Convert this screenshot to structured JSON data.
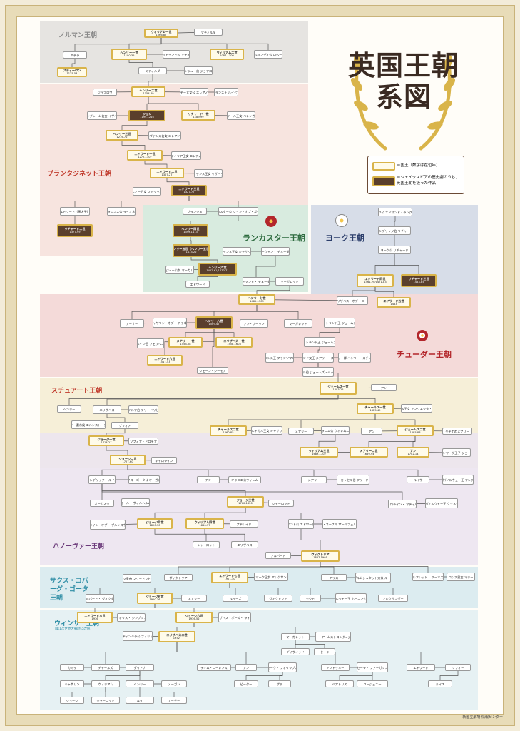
{
  "title_line1": "英国王朝",
  "title_line2": "系図",
  "legend": {
    "king_label": "＝国王（数字は在位年）",
    "shakespeare_label": "＝シェイクスピアの歴史劇のうち、英国王朝を扱った作品"
  },
  "publisher": "新国立劇場 情報センター",
  "colors": {
    "norman": "#e6e4e1",
    "plantagenet": "#f7e4df",
    "lancaster": "#d8ebdf",
    "york": "#d7dde8",
    "tudor": "#f4dad9",
    "stuart": "#f6efd8",
    "hanover": "#ece4ef",
    "saxe": "#dcecf0",
    "windsor": "#e6f1f3",
    "gold": "#d9b44a",
    "brown": "#5a3f2c",
    "red_rose": "#b3262b"
  },
  "dynasties": {
    "norman": {
      "label": "ノルマン王朝",
      "color": "#8a8a8a"
    },
    "plantagenet": {
      "label": "プランタジネット王朝",
      "color": "#c0392b"
    },
    "lancaster": {
      "label": "ランカスター王朝",
      "color": "#2e6b3f"
    },
    "york": {
      "label": "ヨーク王朝",
      "color": "#2c3e6b"
    },
    "tudor": {
      "label": "チューダー王朝",
      "color": "#b3262b"
    },
    "stuart": {
      "label": "スチュアート王朝",
      "color": "#c0392b"
    },
    "hanover": {
      "label": "ハノーヴァー王朝",
      "color": "#6b3a7a"
    },
    "saxe": {
      "label": "サクス・コバーグ・ゴータ王朝",
      "color": "#2f8ea6"
    },
    "windsor": {
      "label": "ウィンザー王朝",
      "color": "#2f8ea6",
      "sub": "（第1次世界大戦時に改称）"
    }
  },
  "nodes": [
    {
      "id": "william1",
      "name": "ウィリアム一世",
      "yr": "1066-87",
      "t": "king"
    },
    {
      "id": "matilda1",
      "name": "マティルダ",
      "t": "p"
    },
    {
      "id": "adela",
      "name": "アデラ",
      "t": "p"
    },
    {
      "id": "henry1",
      "name": "ヘンリー一世",
      "yr": "1100-35",
      "t": "king"
    },
    {
      "id": "edith",
      "name": "スコットランドの マティルダ",
      "t": "p"
    },
    {
      "id": "william2",
      "name": "ウィリアム二世",
      "yr": "1087-1100",
      "t": "king"
    },
    {
      "id": "robert",
      "name": "ノルマンディ公 ロベール",
      "t": "p"
    },
    {
      "id": "stephen",
      "name": "スティーヴン",
      "yr": "1135-54",
      "t": "king"
    },
    {
      "id": "matilda2",
      "name": "マティルダ",
      "t": "p"
    },
    {
      "id": "geoffrey",
      "name": "アンジュー伯 ジョフロワ",
      "t": "p"
    },
    {
      "id": "geoffrey2",
      "name": "ジョフロワ",
      "t": "p"
    },
    {
      "id": "henry2",
      "name": "ヘンリー二世",
      "yr": "1154-89",
      "t": "king"
    },
    {
      "id": "eleanor",
      "name": "アキテーヌ女公 エレアノール",
      "t": "p"
    },
    {
      "id": "louis7",
      "name": "フランス王 ルイ七世",
      "t": "p"
    },
    {
      "id": "isabella_a",
      "name": "アングレーム伯女 イザベラ",
      "t": "p"
    },
    {
      "id": "john",
      "name": "ジョン",
      "yr": "1199-1216",
      "t": "shake"
    },
    {
      "id": "richard1",
      "name": "リチャード一世",
      "yr": "1189-99",
      "t": "king"
    },
    {
      "id": "berengaria",
      "name": "ナヴァール王女 ベレンガリア",
      "t": "p"
    },
    {
      "id": "henry3",
      "name": "ヘンリー三世",
      "yr": "1216-72",
      "t": "king"
    },
    {
      "id": "eleanor_p",
      "name": "プロヴァンス伯女 エレアノール",
      "t": "p"
    },
    {
      "id": "edward1",
      "name": "エドワード一世",
      "yr": "1272-1307",
      "t": "king"
    },
    {
      "id": "eleanor_c",
      "name": "カスティリア王女 エレアノール",
      "t": "p"
    },
    {
      "id": "edward2",
      "name": "エドワード二世",
      "yr": "1307-27",
      "t": "king"
    },
    {
      "id": "isabella_f",
      "name": "フランス王女 イザベラ",
      "t": "p"
    },
    {
      "id": "philippa",
      "name": "エノー伯女 フィリッパ",
      "t": "p"
    },
    {
      "id": "edward3",
      "name": "エドワード三世",
      "yr": "1327-77",
      "t": "shake"
    },
    {
      "id": "edward_bp",
      "name": "エドワード（黒太子）",
      "t": "p"
    },
    {
      "id": "lionel",
      "name": "クラレンス公 ライオネル",
      "t": "p"
    },
    {
      "id": "richard2",
      "name": "リチャード二世",
      "yr": "1377-99",
      "t": "shake"
    },
    {
      "id": "blanche",
      "name": "ブランシュ",
      "t": "p"
    },
    {
      "id": "john_gaunt",
      "name": "ランカスター公 ジョン・オブ・ゴーント",
      "t": "p"
    },
    {
      "id": "henry4",
      "name": "ヘンリー四世",
      "yr": "1399-1413",
      "t": "shake"
    },
    {
      "id": "henry5",
      "name": "ヘンリー五世（ヘンリー五世）",
      "yr": "1413-22",
      "t": "shake"
    },
    {
      "id": "catherine_v",
      "name": "フランス王女 キャサリン",
      "t": "p"
    },
    {
      "id": "owen",
      "name": "オーウェン・ チューダー",
      "t": "p"
    },
    {
      "id": "margaret_a",
      "name": "アンジュー公女 マーガレット",
      "t": "p"
    },
    {
      "id": "henry6",
      "name": "ヘンリー六世",
      "yr": "1422-61/1470-71",
      "t": "shake"
    },
    {
      "id": "edward_l",
      "name": "エドワード",
      "t": "p"
    },
    {
      "id": "edmund",
      "name": "エドマンド・ チューダー",
      "t": "p"
    },
    {
      "id": "margaret_b",
      "name": "マーガレット",
      "t": "p"
    },
    {
      "id": "edmund_l",
      "name": "ヨーク公 エドマンド・ラングリー",
      "t": "p"
    },
    {
      "id": "richard_c",
      "name": "ケンブリッジ伯 リチャード",
      "t": "p"
    },
    {
      "id": "richard_y",
      "name": "ヨーク公 リチャード",
      "t": "p"
    },
    {
      "id": "edward4",
      "name": "エドワード四世",
      "yr": "1461-70/1471-83",
      "t": "king"
    },
    {
      "id": "richard3",
      "name": "リチャード三世",
      "yr": "1483-85",
      "t": "shake"
    },
    {
      "id": "edward5",
      "name": "エドワード五世",
      "yr": "1483",
      "t": "king"
    },
    {
      "id": "elizabeth_y",
      "name": "エリザベス・オブ・ ヨーク",
      "t": "p"
    },
    {
      "id": "henry7",
      "name": "ヘンリー七世",
      "yr": "1485-1509",
      "t": "king"
    },
    {
      "id": "arthur",
      "name": "アーサー",
      "t": "p"
    },
    {
      "id": "catherine_ar",
      "name": "キャサリン・オブ・ アラゴン",
      "t": "p"
    },
    {
      "id": "henry8",
      "name": "ヘンリー八世",
      "yr": "1509-47",
      "t": "shake"
    },
    {
      "id": "anne_b",
      "name": "アン・ブーリン",
      "t": "p"
    },
    {
      "id": "margaret_t",
      "name": "マーガレット",
      "t": "p"
    },
    {
      "id": "james4",
      "name": "スコットランド王 ジェームズ四世",
      "t": "p"
    },
    {
      "id": "philip2",
      "name": "スペイン王 フェリペ二世",
      "t": "p"
    },
    {
      "id": "mary1",
      "name": "メアリー一世",
      "yr": "1553-58",
      "t": "king"
    },
    {
      "id": "elizabeth1",
      "name": "エリザベス一世",
      "yr": "1558-1603",
      "t": "king"
    },
    {
      "id": "james5",
      "name": "スコットランド王 ジェームズ五世",
      "t": "p"
    },
    {
      "id": "edward6",
      "name": "エドワード六世",
      "yr": "1547-53",
      "t": "king"
    },
    {
      "id": "francis2",
      "name": "フランス王 フランソワ二世",
      "t": "p"
    },
    {
      "id": "mary_s",
      "name": "スコットランド女王 メアリー・スチュアート",
      "t": "p"
    },
    {
      "id": "darnley",
      "name": "ダーンリー卿 ヘンリー・スチュアート",
      "t": "p"
    },
    {
      "id": "jane",
      "name": "ジェーン・シーモア",
      "t": "p"
    },
    {
      "id": "denmark_anne",
      "name": "ボスウェル伯 ジェームズ・ヘップバーン",
      "t": "p"
    },
    {
      "id": "james1",
      "name": "ジェームズ一世",
      "yr": "1603-25",
      "t": "king"
    },
    {
      "id": "anne_d",
      "name": "アン",
      "t": "p"
    },
    {
      "id": "henry_s",
      "name": "ヘンリー",
      "t": "p"
    },
    {
      "id": "elizabeth_s",
      "name": "エリザベス",
      "t": "p"
    },
    {
      "id": "frederick5",
      "name": "プファルツ伯 フリードリヒ五世",
      "t": "p"
    },
    {
      "id": "charles1",
      "name": "チャールズ一世",
      "yr": "1625-49",
      "t": "king"
    },
    {
      "id": "henrietta",
      "name": "フランス王女 アンリエッタ・マリア",
      "t": "p"
    },
    {
      "id": "ernst",
      "name": "ハノーヴァー選帝侯 エルンスト・アウグスト",
      "t": "p"
    },
    {
      "id": "sophia",
      "name": "ゾフィア",
      "t": "p"
    },
    {
      "id": "charles2",
      "name": "チャールズ二世",
      "yr": "1660-85",
      "t": "king"
    },
    {
      "id": "catherine_b",
      "name": "ポルトガル王女 キャサリン",
      "t": "p"
    },
    {
      "id": "mary_st",
      "name": "メアリー",
      "t": "p"
    },
    {
      "id": "william_o",
      "name": "オラニエ公 ウィレム二世",
      "t": "p"
    },
    {
      "id": "anne_h",
      "name": "アン",
      "t": "p"
    },
    {
      "id": "james2",
      "name": "ジェームズ二世",
      "yr": "1685-88",
      "t": "king"
    },
    {
      "id": "mary_mod",
      "name": "モデナのメアリー",
      "t": "p"
    },
    {
      "id": "george1",
      "name": "ジョージ一世",
      "yr": "1714-27",
      "t": "king"
    },
    {
      "id": "sophia_d",
      "name": "ゾフィア・ドロテア",
      "t": "p"
    },
    {
      "id": "william3",
      "name": "ウィリアム三世",
      "yr": "1689-1702",
      "t": "king"
    },
    {
      "id": "mary2",
      "name": "メアリー二世",
      "yr": "1689-94",
      "t": "king"
    },
    {
      "id": "anne_q",
      "name": "アン",
      "yr": "1702-14",
      "t": "king"
    },
    {
      "id": "george_d",
      "name": "デンマーク王子 ジョージ",
      "t": "p"
    },
    {
      "id": "george2",
      "name": "ジョージ二世",
      "yr": "1727-60",
      "t": "king"
    },
    {
      "id": "caroline",
      "name": "キャロライン",
      "t": "p"
    },
    {
      "id": "frederick",
      "name": "フレデリック・ ルイス",
      "t": "p"
    },
    {
      "id": "augusta",
      "name": "サクス・ゴータ公 オーガスタ",
      "t": "p"
    },
    {
      "id": "anne_o",
      "name": "アン",
      "t": "p"
    },
    {
      "id": "william4o",
      "name": "オラニエ公ウィレム",
      "t": "p"
    },
    {
      "id": "mary_h",
      "name": "メアリー",
      "t": "p"
    },
    {
      "id": "friedrich2",
      "name": "ヘッセ・カッセル伯 フリードリッヒ",
      "t": "p"
    },
    {
      "id": "louisa",
      "name": "ルイザ",
      "t": "p"
    },
    {
      "id": "frederik5",
      "name": "デンマーク/ノルウェー王 フレデリク五世",
      "t": "p"
    },
    {
      "id": "augusta2",
      "name": "オーガスタ",
      "t": "p"
    },
    {
      "id": "karl",
      "name": "カール・ ヴィルヘルム",
      "t": "p"
    },
    {
      "id": "george3",
      "name": "ジョージ三世",
      "yr": "1760-1820",
      "t": "king"
    },
    {
      "id": "charlotte",
      "name": "シャーロット",
      "t": "p"
    },
    {
      "id": "caroline_m",
      "name": "キャロライン・ マティルダ",
      "t": "p"
    },
    {
      "id": "christian7",
      "name": "デンマーク/ノルウェー王 クリスチャン七世",
      "t": "p"
    },
    {
      "id": "caroline_b",
      "name": "キャロライン・オブ・ ブルンスウィック",
      "t": "p"
    },
    {
      "id": "george4",
      "name": "ジョージ四世",
      "yr": "1820-30",
      "t": "king"
    },
    {
      "id": "william4",
      "name": "ウィリアム四世",
      "yr": "1830-37",
      "t": "king"
    },
    {
      "id": "adelaide",
      "name": "アデレイド",
      "t": "p"
    },
    {
      "id": "edward_k",
      "name": "ケント公 エドワード",
      "t": "p"
    },
    {
      "id": "victoria_s",
      "name": "サクス・コーブル ザールフェルト公女",
      "t": "p"
    },
    {
      "id": "charlotte2",
      "name": "シャーロット",
      "t": "p"
    },
    {
      "id": "elizabeth_h",
      "name": "エリザベス",
      "t": "p"
    },
    {
      "id": "albert",
      "name": "アルバート",
      "t": "p"
    },
    {
      "id": "victoria",
      "name": "ヴィクトリア",
      "yr": "1837-1901",
      "t": "king"
    },
    {
      "id": "kaiser",
      "name": "ドイツ皇帝 フリードリヒ三世",
      "t": "p"
    },
    {
      "id": "victoria2",
      "name": "ヴィクトリア",
      "t": "p"
    },
    {
      "id": "edward7",
      "name": "エドワード七世",
      "yr": "1901-10",
      "t": "king"
    },
    {
      "id": "alexandra",
      "name": "デンマーク王女 アレクサンドラ",
      "t": "p"
    },
    {
      "id": "alice",
      "name": "アリス",
      "t": "p"
    },
    {
      "id": "ludwig4",
      "name": "ヘッセン・ ダルムシュタット大公 ルートヴィヒ四世",
      "t": "p"
    },
    {
      "id": "alfred",
      "name": "アルフレッド・ アーネスト",
      "t": "p"
    },
    {
      "id": "maria_a",
      "name": "ロシア皇女 マリー",
      "t": "p"
    },
    {
      "id": "albert_v",
      "name": "アルバート・ ヴィクター",
      "t": "p"
    },
    {
      "id": "george5",
      "name": "ジョージ五世",
      "yr": "1910-36",
      "t": "king"
    },
    {
      "id": "mary_t",
      "name": "メアリー",
      "t": "p"
    },
    {
      "id": "louise",
      "name": "ルイーズ",
      "t": "p"
    },
    {
      "id": "victoria3",
      "name": "ヴィクトリア",
      "t": "p"
    },
    {
      "id": "maud",
      "name": "モウド",
      "t": "p"
    },
    {
      "id": "haakon",
      "name": "ノルウェー王 ホーコン七世",
      "t": "p"
    },
    {
      "id": "alexander",
      "name": "アレクサンダー",
      "t": "p"
    },
    {
      "id": "edward8",
      "name": "エドワード八世",
      "yr": "1936",
      "t": "king"
    },
    {
      "id": "wallis",
      "name": "ウォリス・ シンプソン",
      "t": "p"
    },
    {
      "id": "george6",
      "name": "ジョージ六世",
      "yr": "1936-52",
      "t": "king"
    },
    {
      "id": "elizabeth_bl",
      "name": "エリザベス・ボーズ・ ライアン",
      "t": "p"
    },
    {
      "id": "philip",
      "name": "エディンバラ公 フィリップ",
      "t": "p"
    },
    {
      "id": "elizabeth2",
      "name": "エリザベス二世",
      "yr": "1952-",
      "t": "king"
    },
    {
      "id": "margaret_w",
      "name": "マーガレット",
      "t": "p"
    },
    {
      "id": "armstrong",
      "name": "アントニー・アームストロング=ジョーンズ",
      "t": "p"
    },
    {
      "id": "david",
      "name": "デイヴィッド",
      "t": "p"
    },
    {
      "id": "sarah",
      "name": "セーラ",
      "t": "p"
    },
    {
      "id": "camilla",
      "name": "カミラ",
      "t": "p"
    },
    {
      "id": "charles",
      "name": "チャールズ",
      "t": "p"
    },
    {
      "id": "diana",
      "name": "ダイアナ",
      "t": "p"
    },
    {
      "id": "timothy",
      "name": "ティム・ローレンス",
      "t": "p"
    },
    {
      "id": "anne_w",
      "name": "アン",
      "t": "p"
    },
    {
      "id": "mark",
      "name": "マーク・ フィリップス",
      "t": "p"
    },
    {
      "id": "andrew",
      "name": "アンドリュー",
      "t": "p"
    },
    {
      "id": "sarah_f",
      "name": "セーラ・ ファーガソン",
      "t": "p"
    },
    {
      "id": "edward_w",
      "name": "エドワード",
      "t": "p"
    },
    {
      "id": "sophie",
      "name": "ソフィー",
      "t": "p"
    },
    {
      "id": "catherine",
      "name": "キャサリン",
      "t": "p"
    },
    {
      "id": "william",
      "name": "ウィリアム",
      "t": "p"
    },
    {
      "id": "harry",
      "name": "ヘンリー",
      "t": "p"
    },
    {
      "id": "meghan",
      "name": "メーガン",
      "t": "p"
    },
    {
      "id": "peter",
      "name": "ピーター",
      "t": "p"
    },
    {
      "id": "zara",
      "name": "ザラ",
      "t": "p"
    },
    {
      "id": "beatrice",
      "name": "ベアトリス",
      "t": "p"
    },
    {
      "id": "eugenie",
      "name": "ユージェニー",
      "t": "p"
    },
    {
      "id": "louise_w",
      "name": "ルイス",
      "t": "p"
    },
    {
      "id": "james_w",
      "name": "ジェームズ",
      "t": "p"
    },
    {
      "id": "george_w",
      "name": "ジョージ",
      "t": "p"
    },
    {
      "id": "charlotte_w",
      "name": "シャーロット",
      "t": "p"
    },
    {
      "id": "louis_w",
      "name": "ルイ",
      "t": "p"
    },
    {
      "id": "archie",
      "name": "アーチー",
      "t": "p"
    }
  ]
}
